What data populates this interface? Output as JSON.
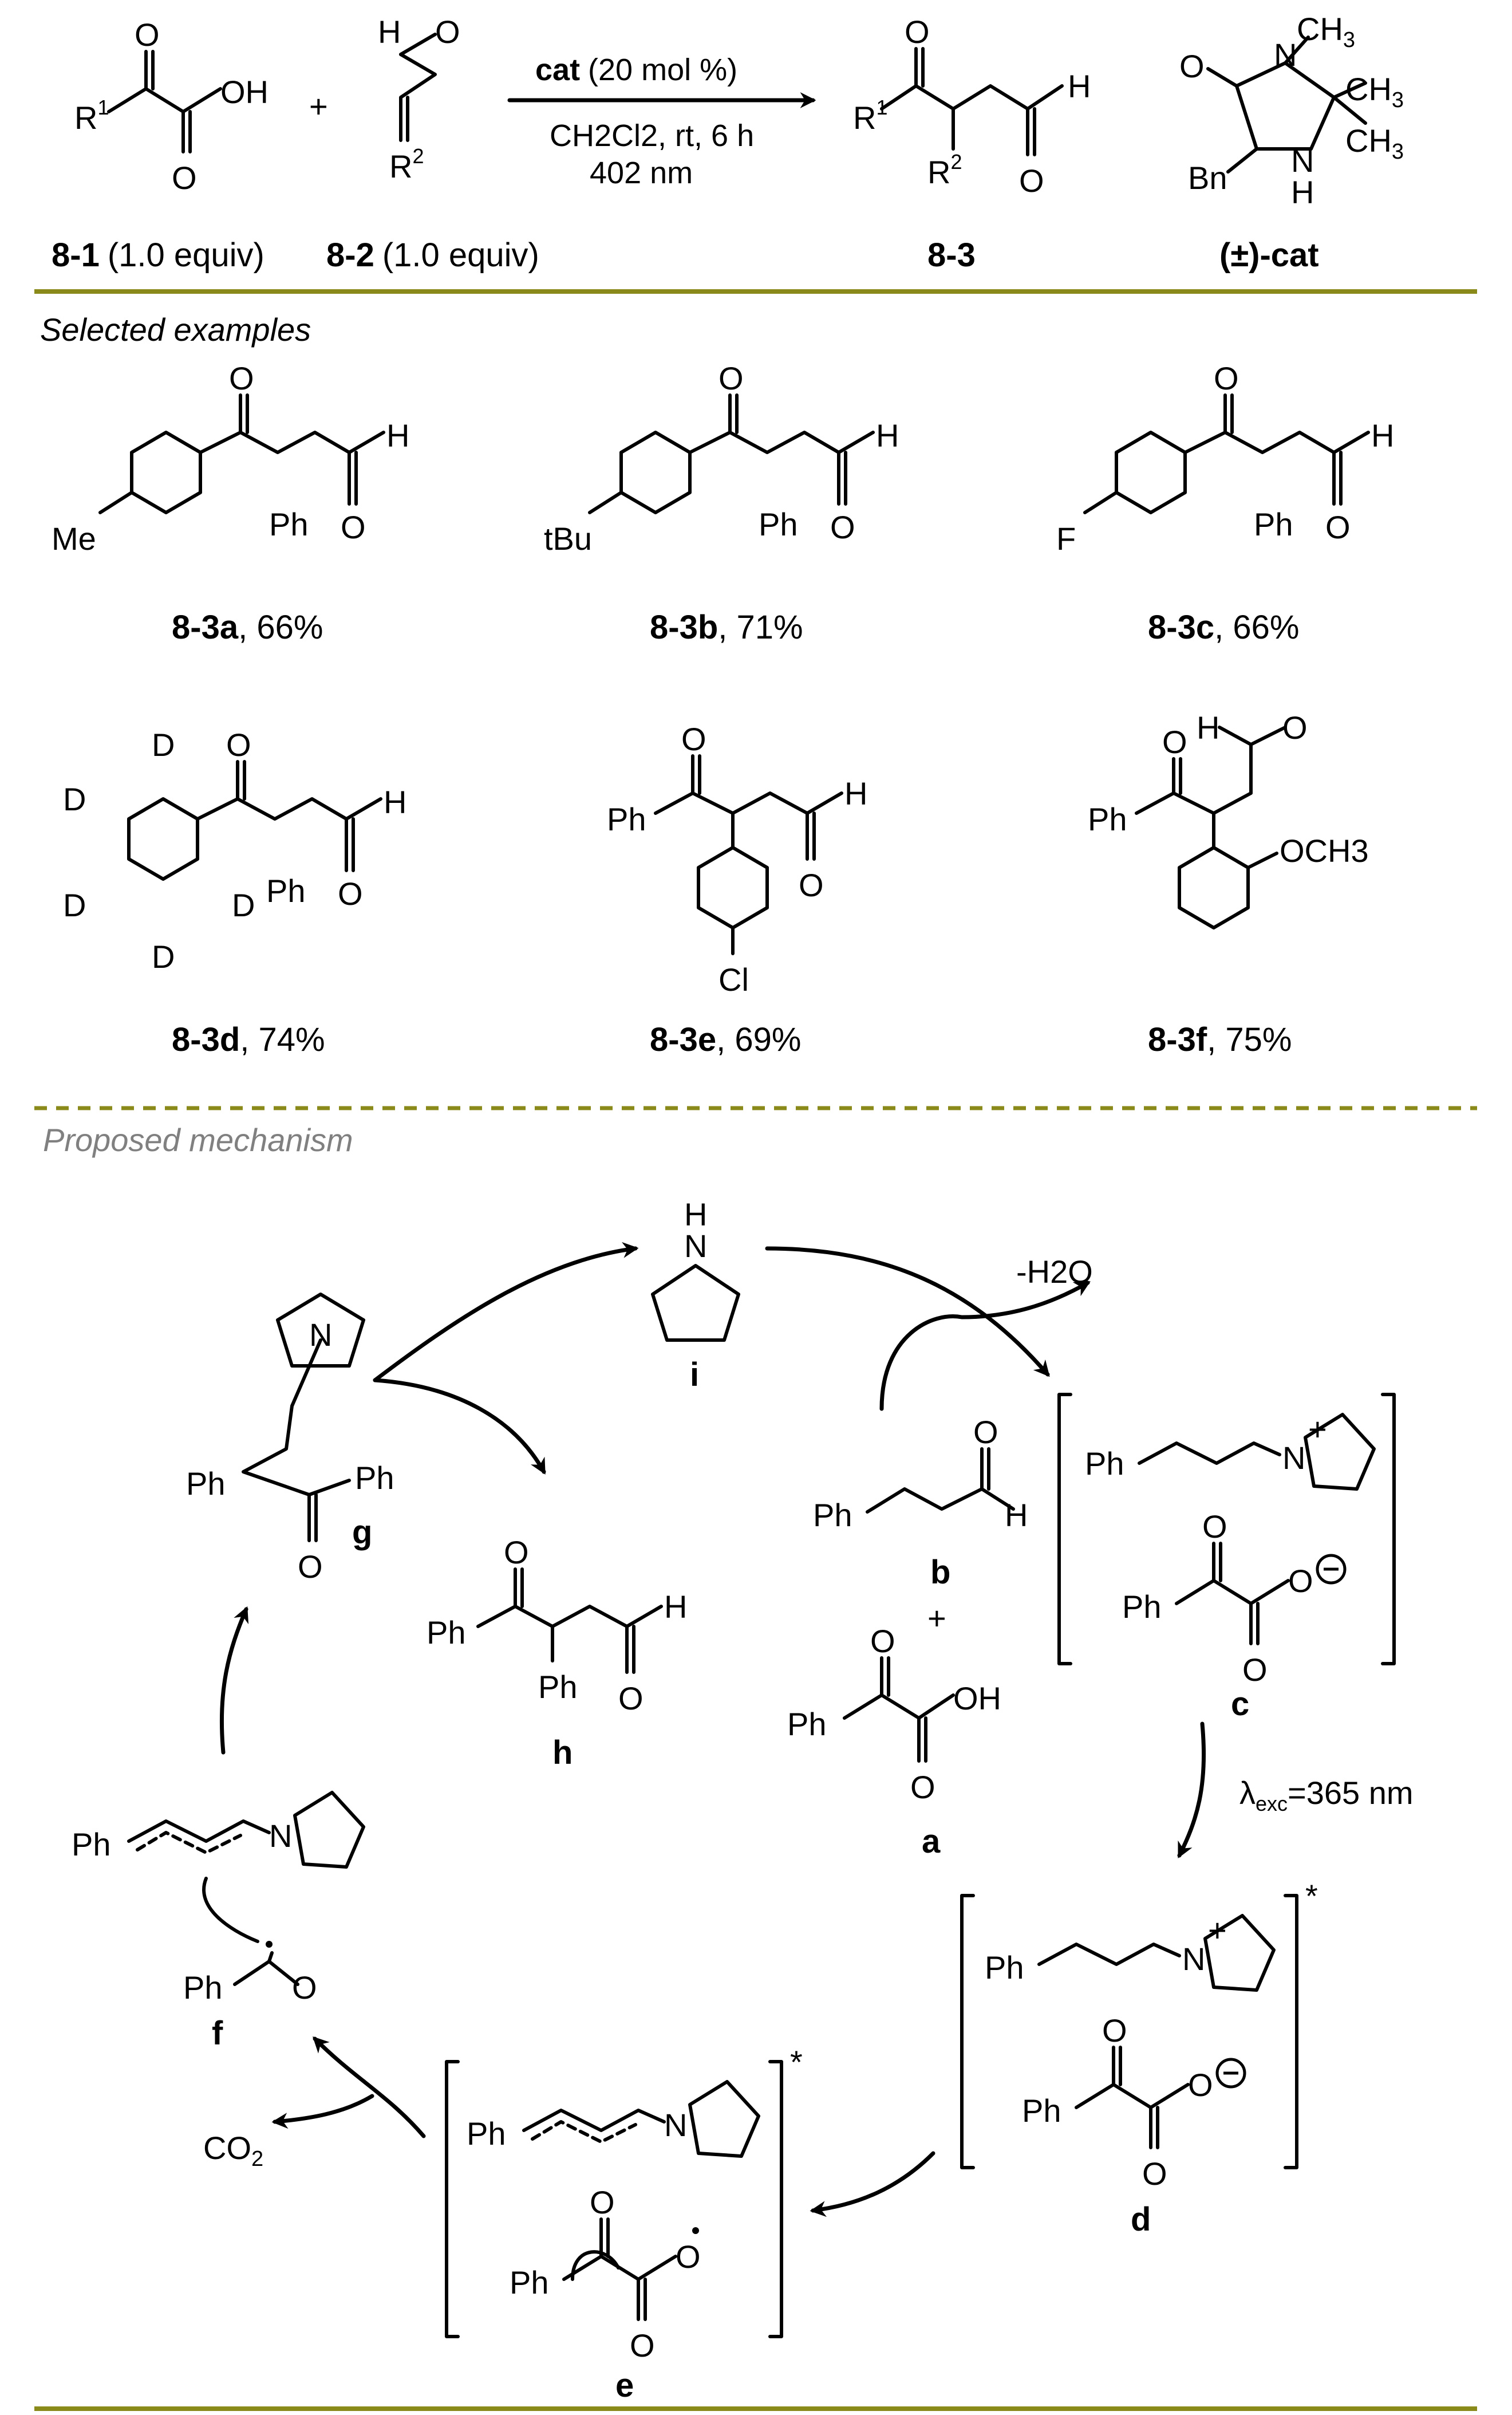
{
  "colors": {
    "rule": "#8a8a1a",
    "muted": "#808080",
    "ink": "#000000"
  },
  "scheme": {
    "reagent1": {
      "id": "8-1",
      "equiv": "(1.0 equiv)"
    },
    "reagent2": {
      "id": "8-2",
      "equiv": "(1.0 equiv)"
    },
    "product": {
      "id": "8-3"
    },
    "catalyst": {
      "id": "(±)-cat"
    },
    "conditions": {
      "cat": "cat",
      "cat_loading": "(20 mol %)",
      "solvent": "CH2Cl2, rt, 6 h",
      "light": "402 nm"
    },
    "plus": "+"
  },
  "examples": {
    "heading": "Selected examples",
    "items": [
      {
        "id": "8-3a",
        "yield": ", 66%",
        "sub": "Me"
      },
      {
        "id": "8-3b",
        "yield": ", 71%",
        "sub": "tBu"
      },
      {
        "id": "8-3c",
        "yield": ", 66%",
        "sub": "F"
      },
      {
        "id": "8-3d",
        "yield": ", 74%",
        "sub": "D"
      },
      {
        "id": "8-3e",
        "yield": ", 69%",
        "sub": "Cl"
      },
      {
        "id": "8-3f",
        "yield": ", 75%",
        "sub": "OCH3"
      }
    ]
  },
  "mechanism": {
    "heading": "Proposed mechanism",
    "labels": {
      "a": "a",
      "b": "b",
      "c": "c",
      "d": "d",
      "e": "e",
      "f": "f",
      "g": "g",
      "h": "h",
      "i": "i"
    },
    "water": "-H2O",
    "co2": "CO2",
    "excitation": "=365 nm",
    "plus": "+"
  }
}
